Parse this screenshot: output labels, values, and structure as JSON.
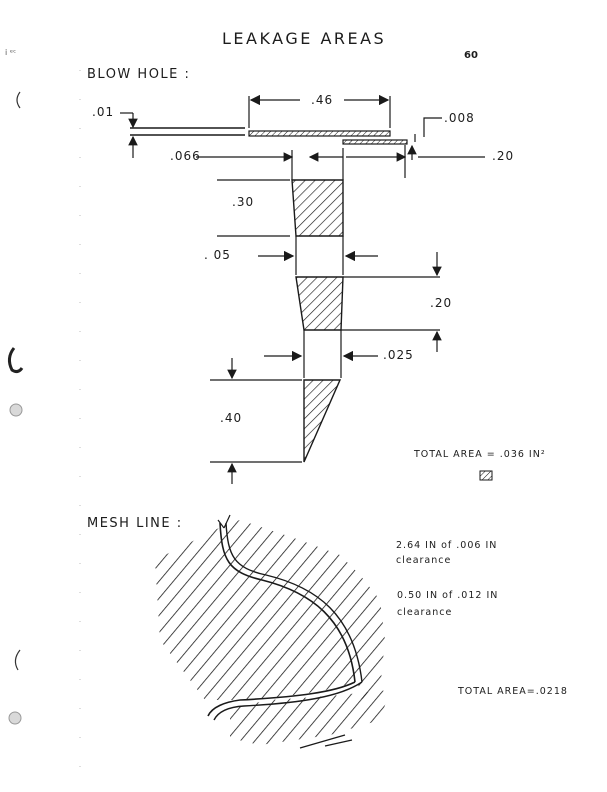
{
  "page": {
    "title": "LEAKAGE AREAS",
    "page_number": "60"
  },
  "blow_hole": {
    "heading": "BLOW HOLE :",
    "dims": {
      "d_01": ".01",
      "d_46": ".46",
      "d_008": ".008",
      "d_066": ".066",
      "d_20_top": ".20",
      "d_30": ".30",
      "d_05": ". 05",
      "d_20_mid": ".20",
      "d_025": ".025",
      "d_40": ".40"
    },
    "total_area": "TOTAL AREA = .036 IN²"
  },
  "mesh_line": {
    "heading": "MESH LINE :",
    "note1_line1": "2.64 IN of .006 IN",
    "note1_line2": "clearance",
    "note2_line1": "0.50 IN of .012 IN",
    "note2_line2": "clearance",
    "total_area": "TOTAL AREA=.0218"
  }
}
